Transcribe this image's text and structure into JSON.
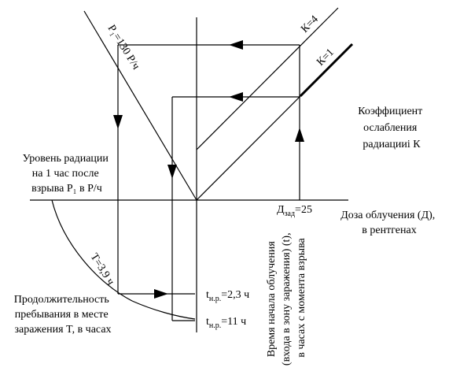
{
  "labels": {
    "p1_line": "P₁=130 Р/ч",
    "k4": "К=4",
    "k1": "К=1",
    "coefficient": [
      "Коэффициент",
      "ослабления",
      "радиацииi К"
    ],
    "radiation_level": [
      "Уровень радиации",
      "на 1 час после",
      "взрыва P₁ в Р/ч"
    ],
    "dose_value_main": "Д",
    "dose_value_sub": "зад",
    "dose_value_num": "=25",
    "dose_axis": [
      "Доза облучения (Д),",
      "в рентгенах"
    ],
    "t_value": "T=3,9 ч",
    "duration": [
      "Продолжительность",
      "пребывания в месте",
      "заражения T, в часах"
    ],
    "tnr1_main": "t",
    "tnr1_sub": "н.р.",
    "tnr1_val": "=2,3 ч",
    "tnr2_main": "t",
    "tnr2_sub": "н.р.",
    "tnr2_val": "=11 ч",
    "start_time": [
      "Время начала облучения",
      "(входа в зону заражения) (t),",
      "в часах с момента взрыва"
    ]
  },
  "values": {
    "P1": 130,
    "K": [
      4,
      1
    ],
    "D_zad": 25,
    "T": 3.9,
    "t_nr": [
      2.3,
      11
    ]
  }
}
